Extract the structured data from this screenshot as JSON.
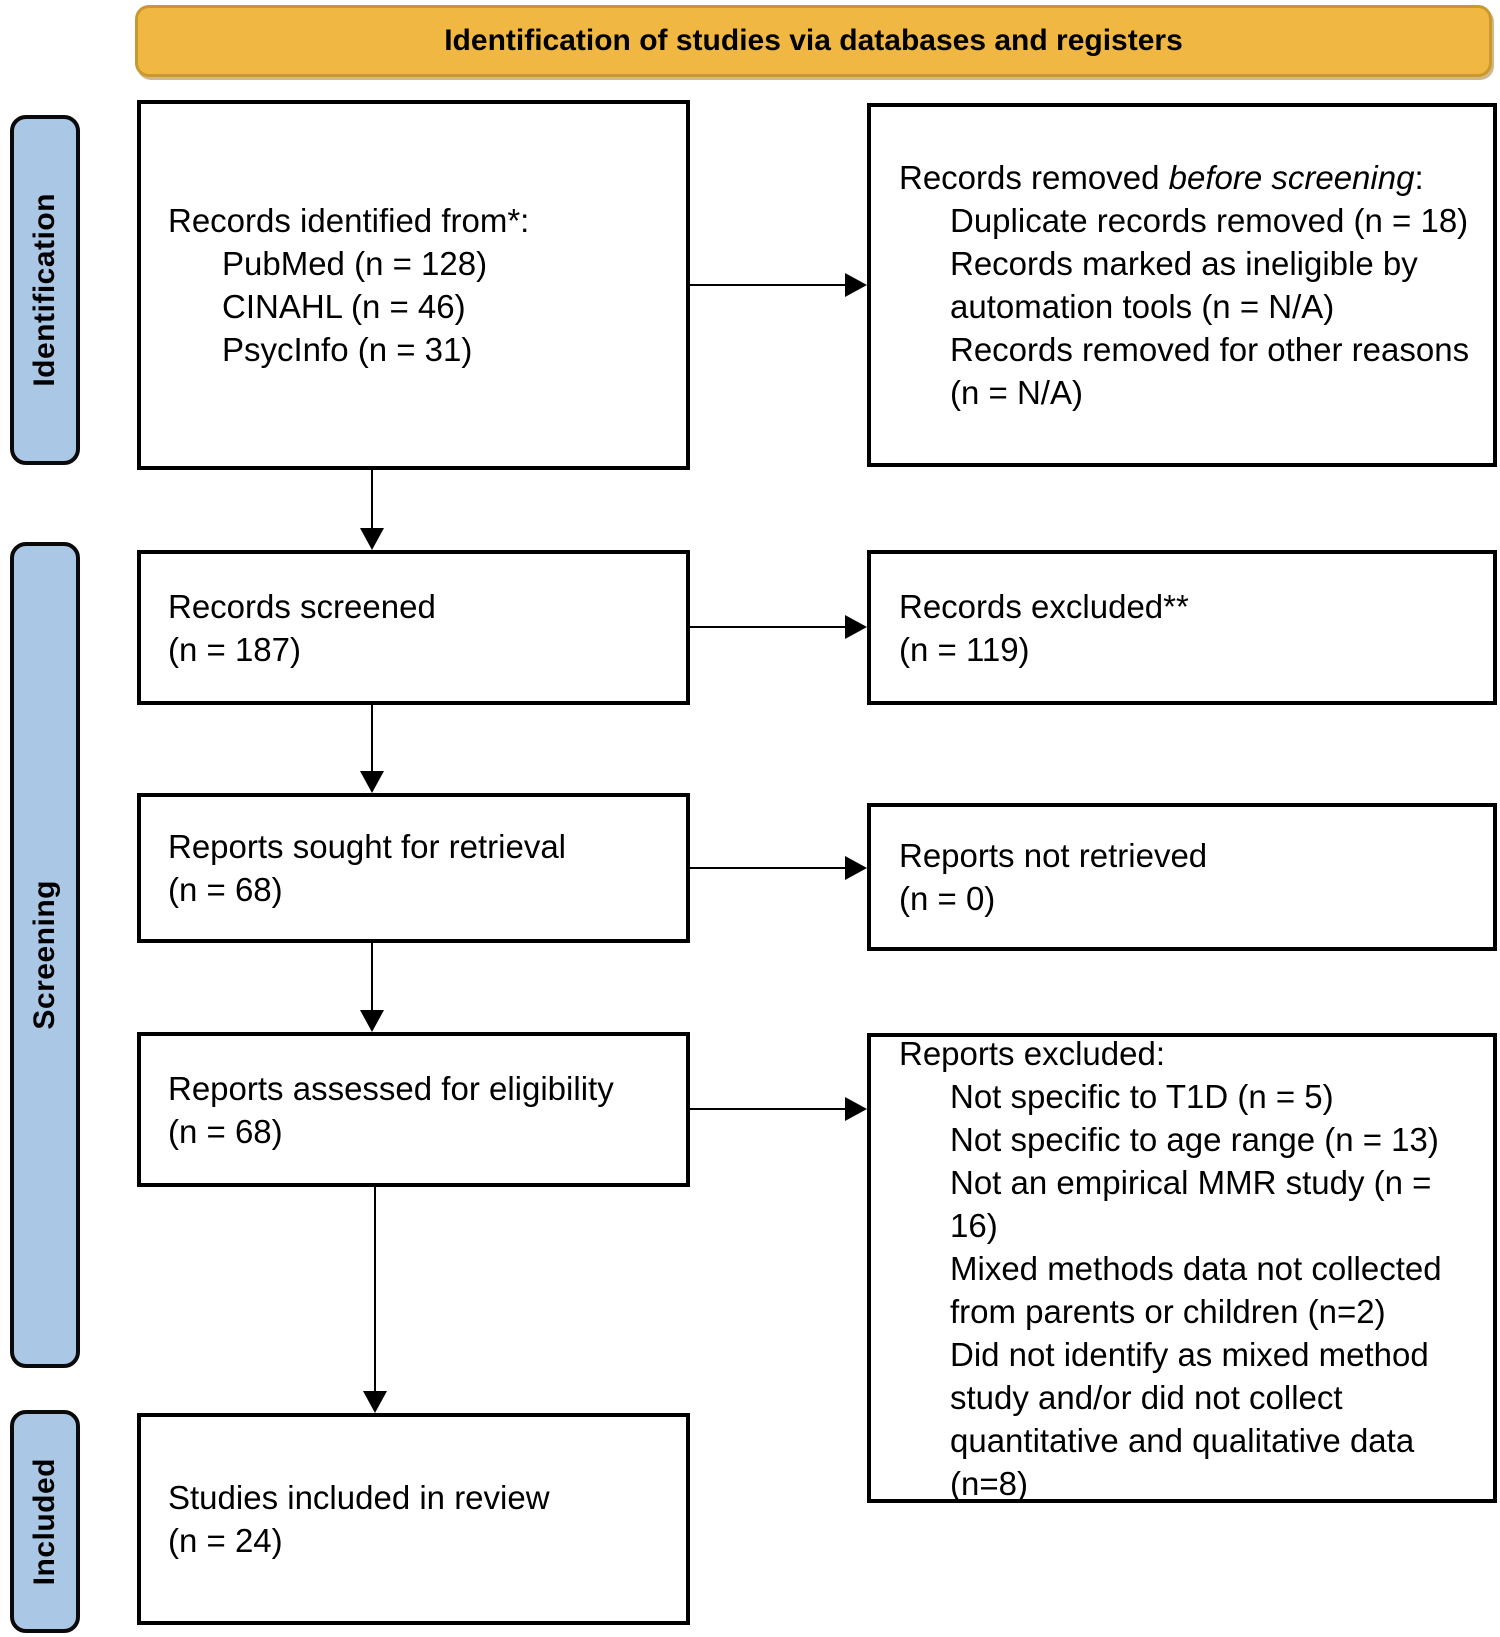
{
  "header": {
    "title": "Identification of studies via databases and registers"
  },
  "sidebar": {
    "labels": [
      "Identification",
      "Screening",
      "Included"
    ]
  },
  "boxes": {
    "identified": {
      "title": "Records identified from*:",
      "items": [
        "PubMed (n = 128)",
        "CINAHL (n = 46)",
        "PsycInfo (n = 31)"
      ]
    },
    "removed": {
      "title_prefix": "Records removed ",
      "title_italic": "before screening",
      "title_suffix": ":",
      "items": [
        "Duplicate records removed (n = 18)",
        "Records marked as ineligible by automation tools (n = N/A)",
        "Records removed for other reasons (n = N/A)"
      ]
    },
    "screened": {
      "line1": "Records screened",
      "line2": "(n = 187)"
    },
    "records_excluded": {
      "line1": "Records excluded**",
      "line2": "(n = 119)"
    },
    "sought": {
      "line1": "Reports sought for retrieval",
      "line2": "(n = 68)"
    },
    "not_retrieved": {
      "line1": "Reports not retrieved",
      "line2": "(n = 0)"
    },
    "assessed": {
      "line1": "Reports assessed for eligibility",
      "line2": "(n = 68)"
    },
    "reports_excluded": {
      "title": "Reports excluded:",
      "items": [
        "Not specific to T1D (n = 5)",
        "Not specific to age range (n = 13)",
        "Not an empirical MMR study (n = 16)",
        "Mixed methods data not collected from parents or children (n=2)",
        "Did not identify as mixed method study and/or did not collect quantitative and qualitative data (n=8)"
      ]
    },
    "included": {
      "line1": "Studies included in review",
      "line2": "(n = 24)"
    }
  },
  "colors": {
    "banner_fill": "#F0B843",
    "banner_border": "#C9992F",
    "stage_fill": "#ABC7E6",
    "box_border": "#000000",
    "background": "#FFFFFF"
  }
}
